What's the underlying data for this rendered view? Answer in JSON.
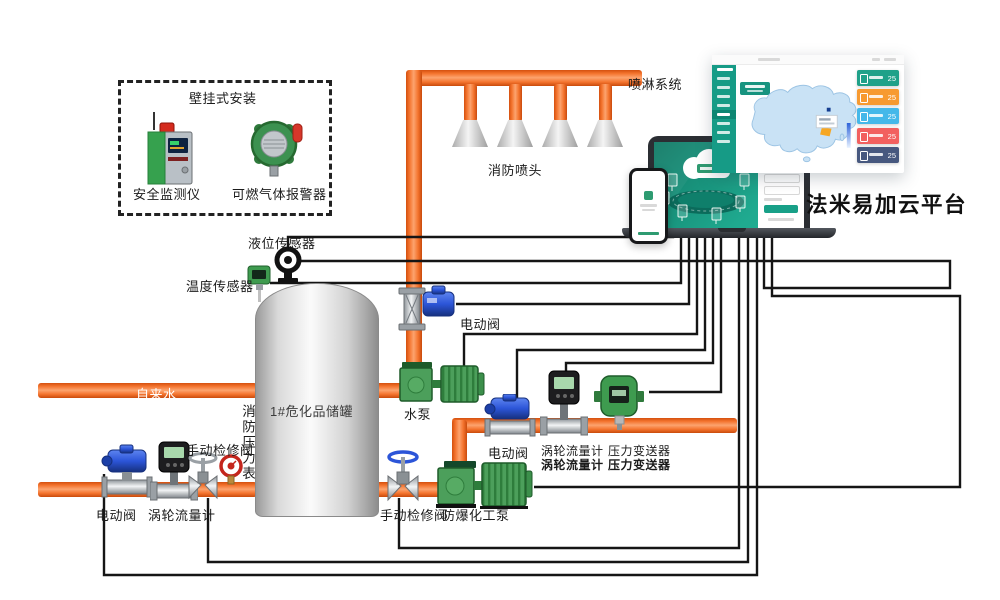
{
  "platform": {
    "title": "法米易加云平台"
  },
  "wall_box": {
    "title": "壁挂式安装",
    "monitor_label": "安全监测仪",
    "gas_alarm_label": "可燃气体报警器"
  },
  "spray": {
    "system_label": "喷淋系统",
    "nozzle_label": "消防喷头"
  },
  "tank": {
    "label": "1#危化品储罐",
    "level_sensor_label": "液位传感器",
    "temp_sensor_label": "温度传感器"
  },
  "water": {
    "tap_label": "自来水",
    "pump_label": "水泵"
  },
  "riser": {
    "valve_label": "电动阀"
  },
  "mid_line": {
    "valve_label": "电动阀",
    "flowmeter_label_1": "涡轮流量计",
    "flowmeter_label_2": "涡轮流量计",
    "pressure_label_1": "压力变送器",
    "pressure_label_2": "压力变送器"
  },
  "bottom_left_line": {
    "valve_label": "电动阀",
    "flowmeter_label": "涡轮流量计",
    "manual_valve_label": "手动检修阀",
    "gauge_label": "消防压力表"
  },
  "bottom_line": {
    "manual_valve_label": "手动检修阀",
    "pump_label": "防爆化工泵"
  },
  "dashboard": {
    "cards": [
      {
        "value": "25",
        "color": "#1fa189"
      },
      {
        "value": "25",
        "color": "#f79a30"
      },
      {
        "value": "25",
        "color": "#45b8e9"
      },
      {
        "value": "25",
        "color": "#f2605f"
      },
      {
        "value": "25",
        "color": "#47587f"
      }
    ]
  },
  "colors": {
    "pipe": "#f4742e",
    "wire": "#151515",
    "teal": "#18a088"
  }
}
